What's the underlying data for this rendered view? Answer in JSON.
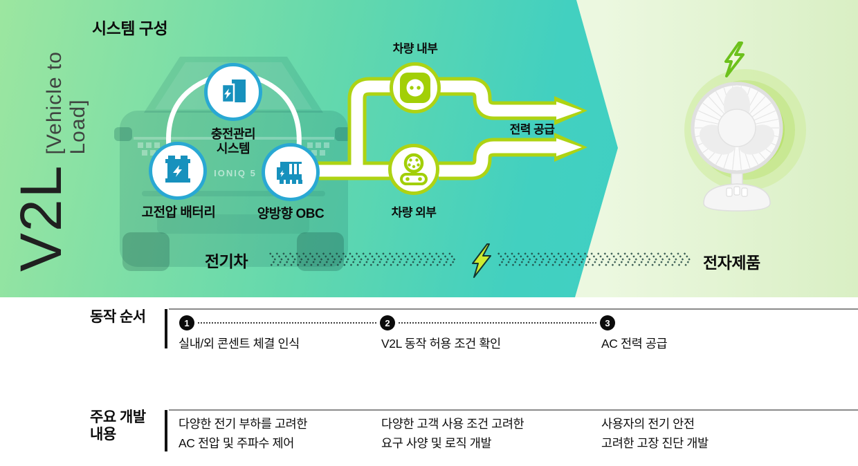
{
  "hero": {
    "side_label_big": "V2L",
    "side_label_small": "[Vehicle to Load]",
    "title": "시스템 구성",
    "car_badge": "IONIQ 5",
    "nodes": {
      "cms": "충전관리\n시스템",
      "battery": "고전압 배터리",
      "obc": "양방향 OBC",
      "interior": "차량 내부",
      "exterior": "차량 외부"
    },
    "power_supply_label": "전력 공급",
    "flow_left": "전기차",
    "flow_right": "전자제품"
  },
  "sections": {
    "sequence": {
      "label": "동작 순서",
      "steps": [
        {
          "num": "1",
          "text": "실내/외 콘센트 체결 인식"
        },
        {
          "num": "2",
          "text": "V2L 동작 허용 조건 확인"
        },
        {
          "num": "3",
          "text": "AC 전력 공급"
        }
      ]
    },
    "development": {
      "label": "주요 개발\n내용",
      "items": [
        "다양한 전기 부하를 고려한\nAC 전압 및 주파수 제어",
        "다양한 고객 사용 조건 고려한\n요구 사양 및 로직 개발",
        "사용자의 전기 안전\n고려한 고장 진단 개발"
      ]
    }
  },
  "colors": {
    "hero_teal": "#3ecdc6",
    "hero_green": "#9ce6a0",
    "accent_green": "#aed313",
    "icon_green": "#a2cf07",
    "accent_cyan": "#29a8d3",
    "icon_blue": "#1791bd",
    "bolt_fill": "#cdeb30",
    "text_black": "#0c0c0c"
  }
}
